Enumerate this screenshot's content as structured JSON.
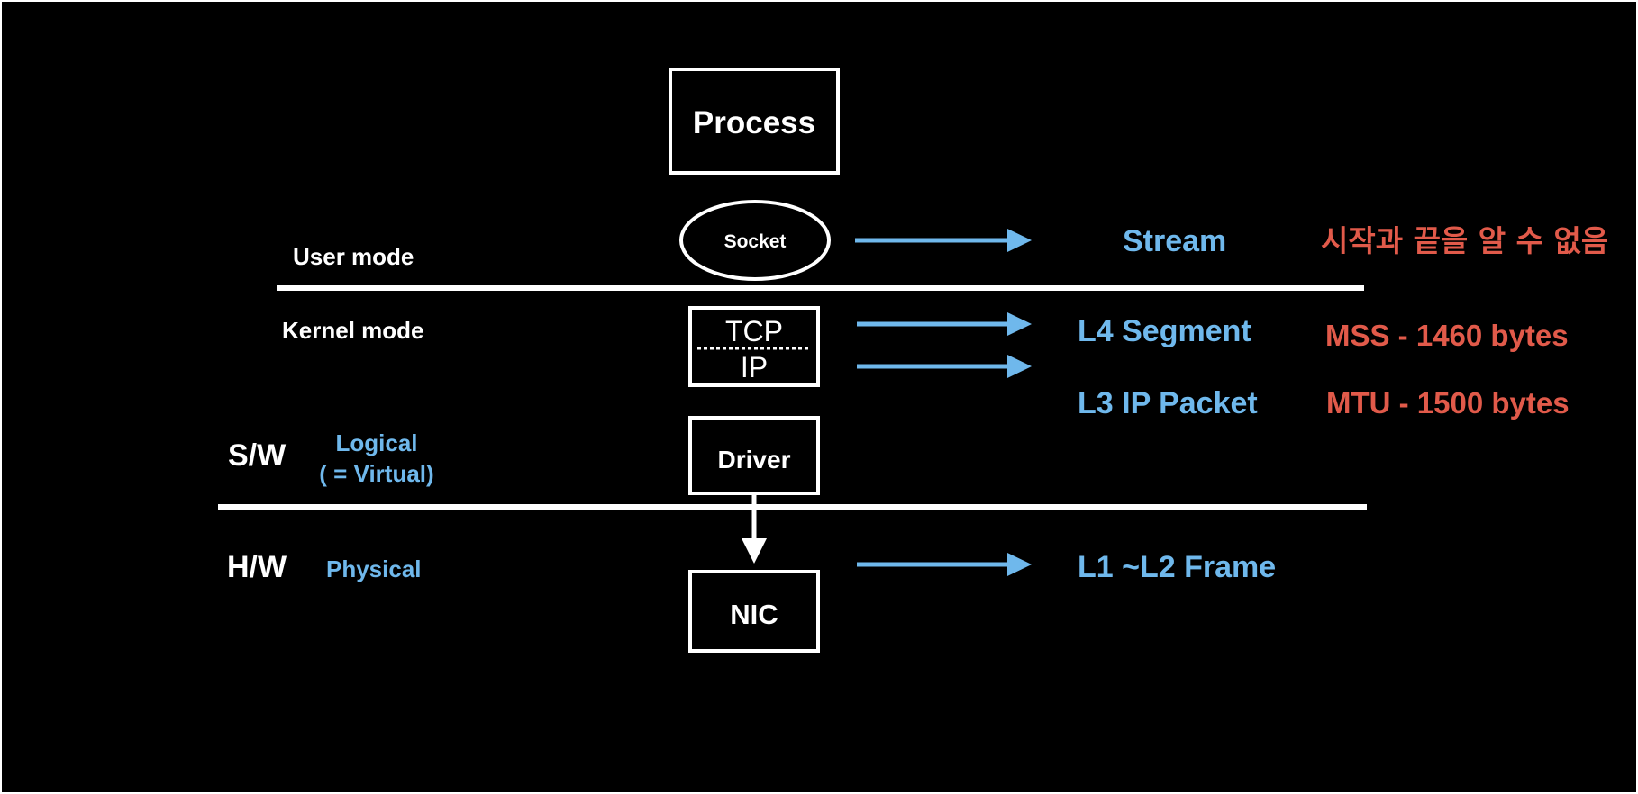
{
  "colors": {
    "background": "#000000",
    "foreground": "#ffffff",
    "accent_blue": "#6fb8ec",
    "accent_red": "#e15a4a"
  },
  "boxes": {
    "process": "Process",
    "socket": "Socket",
    "tcp": "TCP",
    "ip": "IP",
    "driver": "Driver",
    "nic": "NIC"
  },
  "modes": {
    "user": "User mode",
    "kernel": "Kernel mode"
  },
  "layers": {
    "software": "S/W",
    "logical_line1": "Logical",
    "logical_line2": "( = Virtual)",
    "hardware": "H/W",
    "physical": "Physical"
  },
  "data_units": {
    "stream": "Stream",
    "segment": "L4 Segment",
    "packet": "L3 IP Packet",
    "frame": "L1 ~L2 Frame"
  },
  "notes": {
    "stream": "시작과 끝을 알 수 없음",
    "mss": "MSS - 1460 bytes",
    "mtu": "MTU - 1500 bytes"
  }
}
